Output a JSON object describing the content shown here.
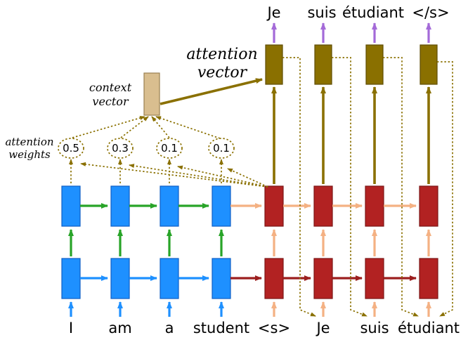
{
  "palette": {
    "blue": "#1e90ff",
    "red": "#b22222",
    "olive": "#8a7000",
    "tan": "#d9be8f",
    "green": "#28a428",
    "peach": "#f4b183",
    "darkred": "#9c1f1f",
    "purple": "#a46ad8"
  },
  "inputs": [
    "I",
    "am",
    "a",
    "student",
    "<s>",
    "Je",
    "suis",
    "étudiant"
  ],
  "outputs": [
    "Je",
    "suis",
    "étudiant",
    "</s>"
  ],
  "attention_weights": [
    "0.5",
    "0.3",
    "0.1",
    "0.1"
  ],
  "labels": {
    "attention_vector_line1": "attention",
    "attention_vector_line2": "vector",
    "context_vector_line1": "context",
    "context_vector_line2": "vector",
    "attention_weights_line1": "attention",
    "attention_weights_line2": "weights"
  }
}
